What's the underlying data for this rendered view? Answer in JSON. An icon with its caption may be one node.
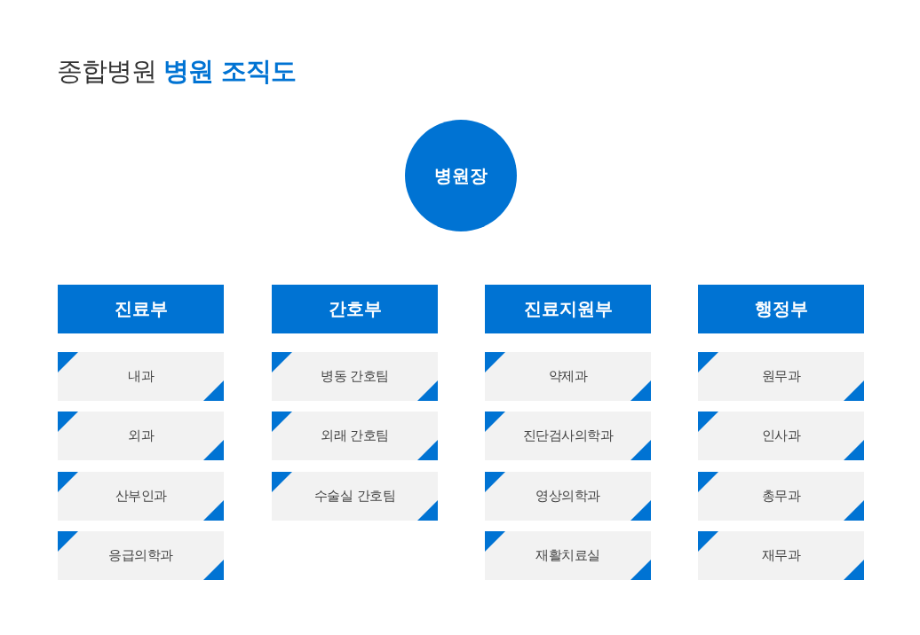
{
  "diagram": {
    "title": "종합병원 **병원 조직도**",
    "nodes": [
      {
        "text": [
          "병원장"
        ]
      },
      {
        "text": [
          "진료부"
        ]
      },
      {
        "text": [
          "내과"
        ]
      },
      {
        "text": [
          "외과"
        ]
      },
      {
        "text": [
          "산부인과"
        ]
      },
      {
        "text": [
          "응급의학과"
        ]
      },
      {
        "text": [
          "간호부"
        ]
      },
      {
        "text": [
          "병동 간호팀"
        ]
      },
      {
        "text": [
          "외래 간호팀"
        ]
      },
      {
        "text": [
          "수술실 간호팀"
        ]
      },
      {
        "text": [
          "진료지원부"
        ]
      },
      {
        "text": [
          "약제과"
        ]
      },
      {
        "text": [
          "진단검사의학과"
        ]
      },
      {
        "text": [
          "영상의학과"
        ]
      },
      {
        "text": [
          "재활치료실"
        ]
      },
      {
        "text": [
          "행정부"
        ]
      },
      {
        "text": [
          "원무과"
        ]
      },
      {
        "text": [
          "인사과"
        ]
      },
      {
        "text": [
          "총무과"
        ]
      },
      {
        "text": [
          "재무과"
        ]
      }
    ]
  }
}
